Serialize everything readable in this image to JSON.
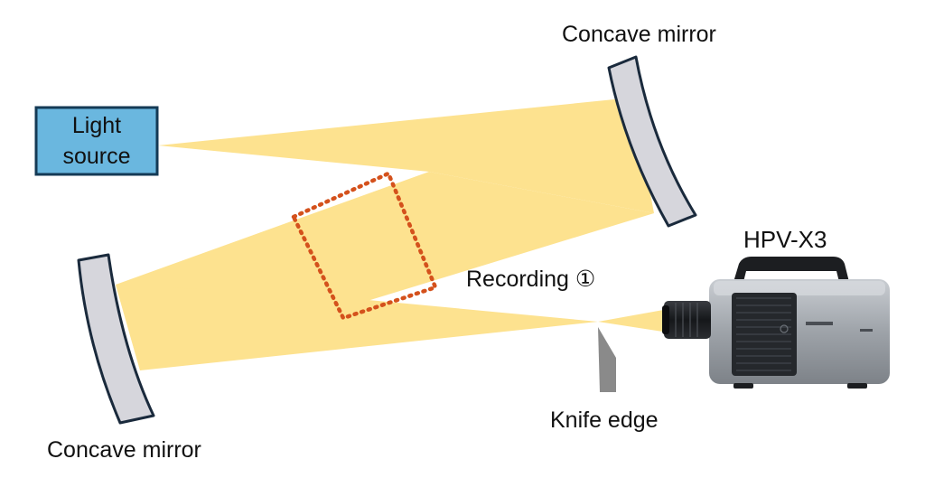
{
  "labels": {
    "top_mirror": "Concave mirror",
    "bottom_mirror": "Concave mirror",
    "light_source_line1": "Light",
    "light_source_line2": "source",
    "camera_model": "HPV-X3",
    "recording": "Recording ①",
    "knife_edge": "Knife edge"
  },
  "colors": {
    "beam": "#fde28f",
    "light_source_fill": "#6ab7df",
    "light_source_border": "#143a55",
    "mirror_fill": "#d6d6dc",
    "mirror_border": "#1a2a3c",
    "recording_box": "#d4511c",
    "knife": "#8a8a8a"
  }
}
